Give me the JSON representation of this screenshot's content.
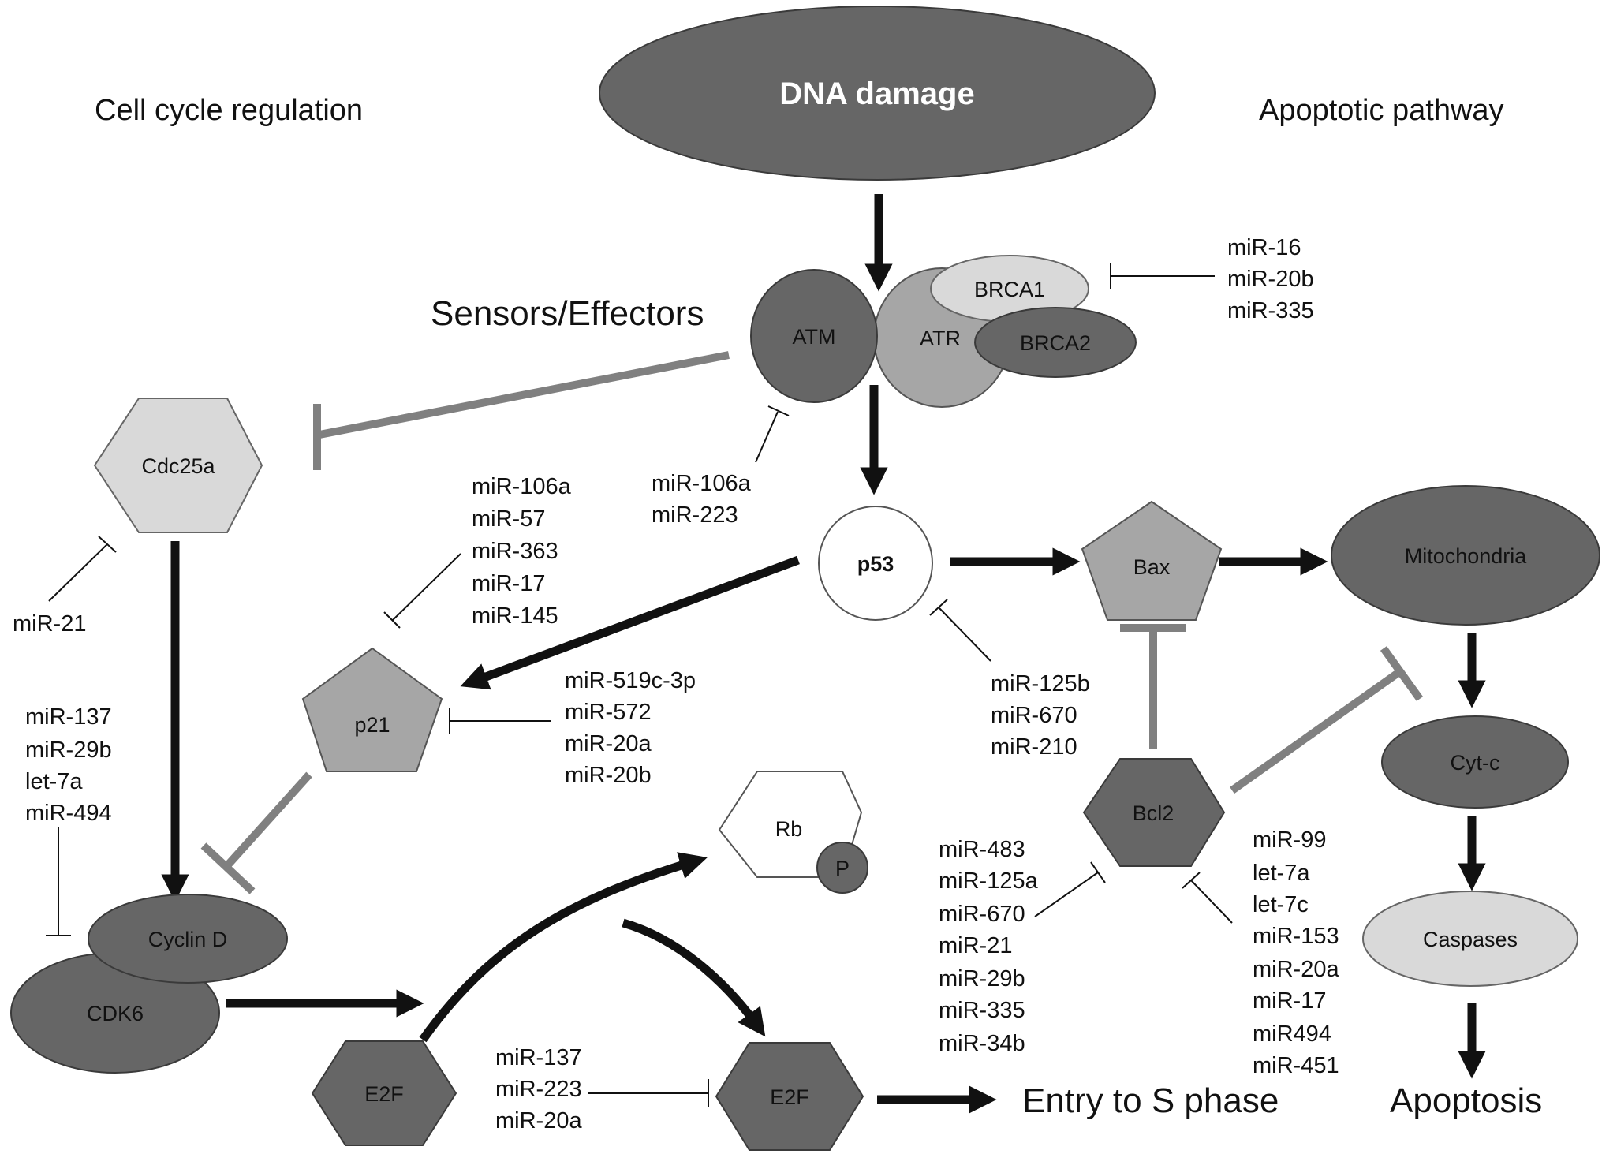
{
  "headers": {
    "left": "Cell cycle regulation",
    "right": "Apoptotic pathway",
    "sensors": "Sensors/Effectors"
  },
  "nodes": {
    "dna_damage": "DNA damage",
    "atm": "ATM",
    "atr": "ATR",
    "brca1": "BRCA1",
    "brca2": "BRCA2",
    "cdc25a": "Cdc25a",
    "p53": "p53",
    "bax": "Bax",
    "mitochondria": "Mitochondria",
    "p21": "p21",
    "cyt_c": "Cyt-c",
    "bcl2": "Bcl2",
    "rb": "Rb",
    "p": "P",
    "cyclin_d": "Cyclin D",
    "cdk6": "CDK6",
    "e2f_left": "E2F",
    "e2f_right": "E2F",
    "caspases": "Caspases"
  },
  "outcomes": {
    "s_phase": "Entry to S phase",
    "apoptosis": "Apoptosis"
  },
  "mirna_groups": {
    "brca": [
      "miR-16",
      "miR-20b",
      "miR-335"
    ],
    "atm": [
      "miR-106a",
      "miR-223"
    ],
    "p21_upper": [
      "miR-106a",
      "miR-57",
      "miR-363",
      "miR-17",
      "miR-145"
    ],
    "cdc25a": [
      "miR-21"
    ],
    "p21_right": [
      "miR-519c-3p",
      "miR-572",
      "miR-20a",
      "miR-20b"
    ],
    "p53": [
      "miR-125b",
      "miR-670",
      "miR-210"
    ],
    "cyclin": [
      "miR-137",
      "miR-29b",
      "let-7a",
      "miR-494"
    ],
    "bcl2_left": [
      "miR-483",
      "miR-125a",
      "miR-670",
      "miR-21",
      "miR-29b",
      "miR-335",
      "miR-34b"
    ],
    "bcl2_right": [
      "miR-99",
      "let-7a",
      "let-7c",
      "miR-153",
      "miR-20a",
      "miR-17",
      "miR494",
      "miR-451"
    ],
    "e2f": [
      "miR-137",
      "miR-223",
      "miR-20a"
    ]
  }
}
